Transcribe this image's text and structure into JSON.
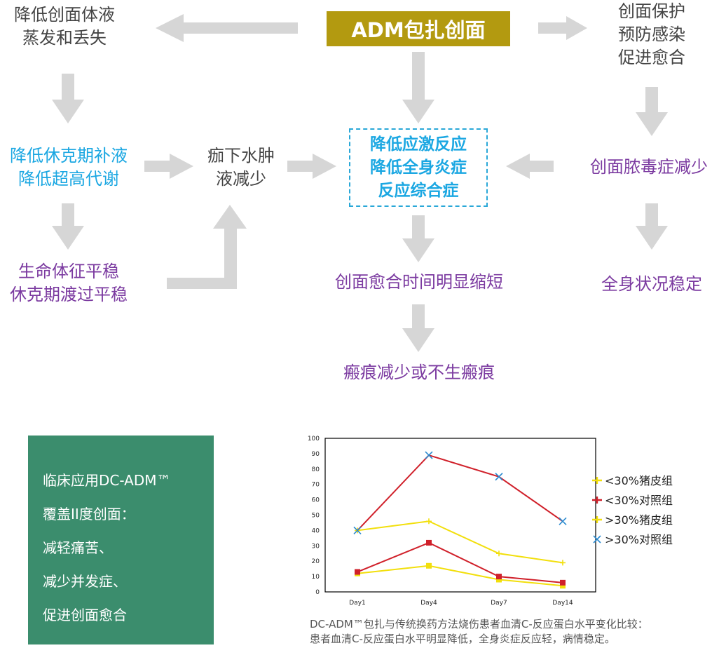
{
  "diagram": {
    "title": "ADM包扎创面",
    "nodes": {
      "reduce_loss": "降低创面体液\n蒸发和丢失",
      "protect": "创面保护\n预防感染\n促进愈合",
      "shock": "降低休克期补液\n降低超高代谢",
      "edema": "痂下水肿\n液减少",
      "stress": "降低应激反应\n降低全身炎症\n反应综合症",
      "sepsis": "创面脓毒症减少",
      "vitals": "生命体征平稳\n休克期渡过平稳",
      "healing": "创面愈合时间明显缩短",
      "stable": "全身状况稳定",
      "scar": "瘢痕减少或不生瘢痕"
    },
    "colors": {
      "title_bg": "#b39a10",
      "arrow": "#d6d6d6",
      "blue": "#1ba7e2",
      "purple": "#7b3aa0",
      "gray_text": "#444444"
    }
  },
  "clinical_box": {
    "lines": [
      "临床应用DC-ADM™",
      "覆盖II度创面：",
      "减轻痛苦、",
      "减少并发症、",
      "促进创面愈合"
    ],
    "bg": "#3b8d6d"
  },
  "chart_data": {
    "type": "line",
    "categories": [
      "Day1",
      "Day4",
      "Day7",
      "Day14"
    ],
    "ylim": [
      0,
      100
    ],
    "yticks": [
      0,
      10,
      20,
      30,
      40,
      50,
      60,
      70,
      80,
      90,
      100
    ],
    "series": [
      {
        "name": "<30%猪皮组",
        "values": [
          12,
          17,
          8,
          4
        ],
        "color": "#f2df0c",
        "marker": "square"
      },
      {
        "name": "<30%对照组",
        "values": [
          13,
          32,
          10,
          6
        ],
        "color": "#d0202a",
        "marker": "square"
      },
      {
        "name": ">30%猪皮组",
        "values": [
          40,
          46,
          25,
          19
        ],
        "color": "#f2df0c",
        "marker": "tick"
      },
      {
        "name": ">30%对照组",
        "values": [
          40,
          89,
          75,
          46
        ],
        "color": "#d0202a",
        "marker": "x",
        "marker_color": "#2a8ad0"
      }
    ],
    "legend_placement": "right",
    "grid": false
  },
  "caption": {
    "line1": "DC-ADM™包扎与传统换药方法烧伤患者血清C-反应蛋白水平变化比较：",
    "line2": "患者血清C-反应蛋白水平明显降低，全身炎症反应轻，病情稳定。"
  }
}
